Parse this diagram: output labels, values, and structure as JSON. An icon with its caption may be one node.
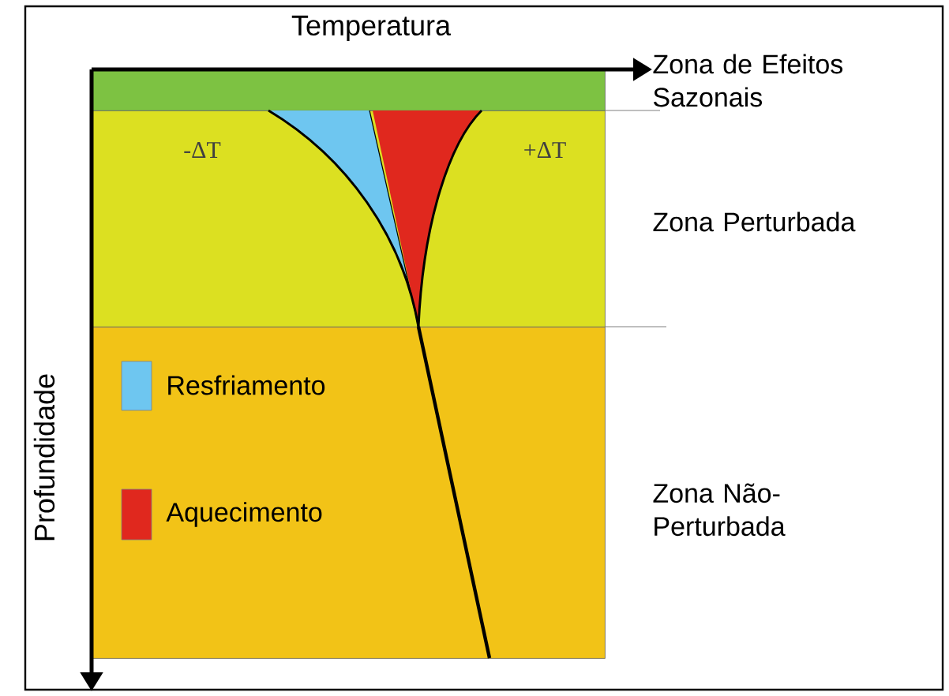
{
  "diagram": {
    "nodes": [
      {
        "text": [
          "Zona de Efeitos Sazonais"
        ]
      },
      {
        "text": [
          "Zona Perturbada"
        ]
      },
      {
        "text": [
          "Zona Não-Perturbada"
        ]
      }
    ],
    "labels": [
      "Temperatura",
      "Profundidade",
      "-ΔT",
      "+ΔT"
    ],
    "legend": [
      {
        "text": "Resfriamento",
        "color": "#6ec6f0"
      },
      {
        "text": "Aquecimento",
        "color": "#e0281e"
      }
    ]
  }
}
